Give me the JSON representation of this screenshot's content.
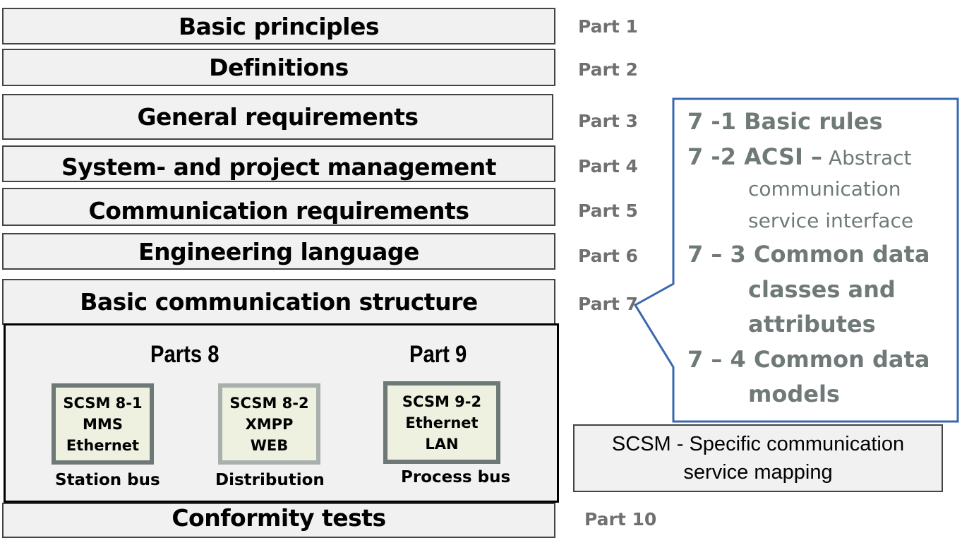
{
  "rows": [
    {
      "title": "Basic principles",
      "part": "Part 1"
    },
    {
      "title": "Definitions",
      "part": "Part 2"
    },
    {
      "title": "General requirements",
      "part": "Part 3"
    },
    {
      "title": "System- and project management",
      "part": "Part 4"
    },
    {
      "title": "Communication requirements",
      "part": "Part 5"
    },
    {
      "title": "Engineering language",
      "part": "Part 6"
    },
    {
      "title": "Basic communication structure",
      "part": "Part 7"
    },
    {
      "title": "Conformity tests",
      "part": "Part 10"
    }
  ],
  "group": {
    "parts8_title": "Parts 8",
    "part9_title": "Part 9",
    "boxes": [
      {
        "line1": "SCSM  8-1",
        "line2": "MMS",
        "line3": "Ethernet",
        "bus": "Station bus"
      },
      {
        "line1": "SCSM  8-2",
        "line2": "XMPP",
        "line3": "WEB",
        "bus": "Distribution"
      },
      {
        "line1": "SCSM 9-2",
        "line2": "Ethernet",
        "line3": "LAN",
        "bus": "Process bus"
      }
    ]
  },
  "callout": {
    "item1": "7 -1  Basic rules",
    "item2_bold": "7 -2  ACSI –",
    "item2_light": " Abstract",
    "item2_cont1": "communication",
    "item2_cont2": "service interface",
    "item3": "7 – 3 Common data",
    "item3_cont1": "classes and",
    "item3_cont2": "attributes",
    "item4": "7 – 4 Common data",
    "item4_cont1": "models"
  },
  "scsm_definition": {
    "line1": "SCSM - Specific communication",
    "line2": "service mapping"
  },
  "colors": {
    "callout_border": "#3a67ad",
    "callout_text": "#6f7a78",
    "part_label": "#707070",
    "bar_fill": "#f1f1f1"
  }
}
